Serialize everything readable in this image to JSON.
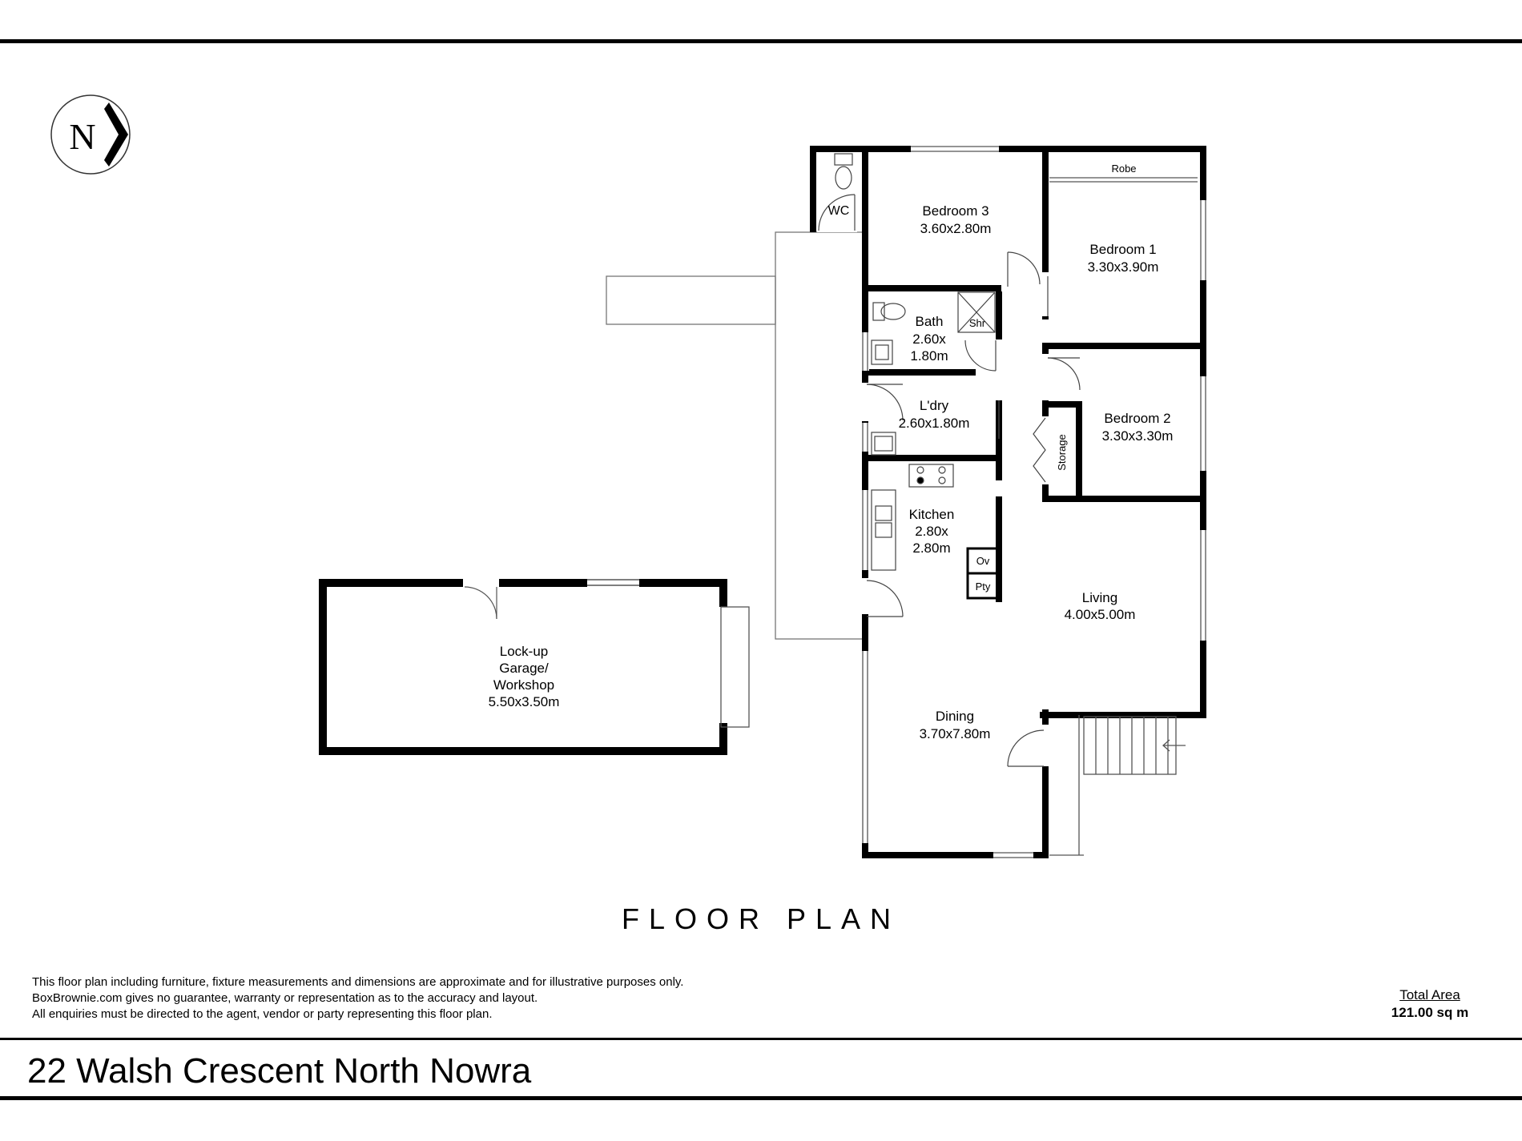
{
  "compass": {
    "letter": "N",
    "icon": "north-arrow-icon"
  },
  "rooms": {
    "wc": "WC",
    "bedroom3": {
      "name": "Bedroom 3",
      "size": "3.60x2.80m"
    },
    "robe": "Robe",
    "bedroom1": {
      "name": "Bedroom 1",
      "size": "3.30x3.90m"
    },
    "bath": {
      "name": "Bath",
      "size1": "2.60x",
      "size2": "1.80m"
    },
    "shr": "Shr",
    "laundry": {
      "name": "L'dry",
      "size": "2.60x1.80m"
    },
    "bedroom2": {
      "name": "Bedroom 2",
      "size": "3.30x3.30m"
    },
    "storage": "Storage",
    "kitchen": {
      "name": "Kitchen",
      "size1": "2.80x",
      "size2": "2.80m"
    },
    "oven": "Ov",
    "pantry": "Pty",
    "living": {
      "name": "Living",
      "size": "4.00x5.00m"
    },
    "dining": {
      "name": "Dining",
      "size": "3.70x7.80m"
    },
    "garage": {
      "line1": "Lock-up",
      "line2": "Garage/",
      "line3": "Workshop",
      "size": "5.50x3.50m"
    }
  },
  "plan_title": "FLOOR PLAN",
  "disclaimer": [
    "This floor plan including furniture, fixture measurements and dimensions are approximate and for illustrative purposes only.",
    "BoxBrownie.com gives no guarantee, warranty or representation as to the accuracy and layout.",
    "All enquiries must be directed to the agent, vendor or party representing this floor plan."
  ],
  "total_area": {
    "label": "Total Area",
    "value": "121.00 sq m"
  },
  "address": "22 Walsh Crescent North Nowra"
}
